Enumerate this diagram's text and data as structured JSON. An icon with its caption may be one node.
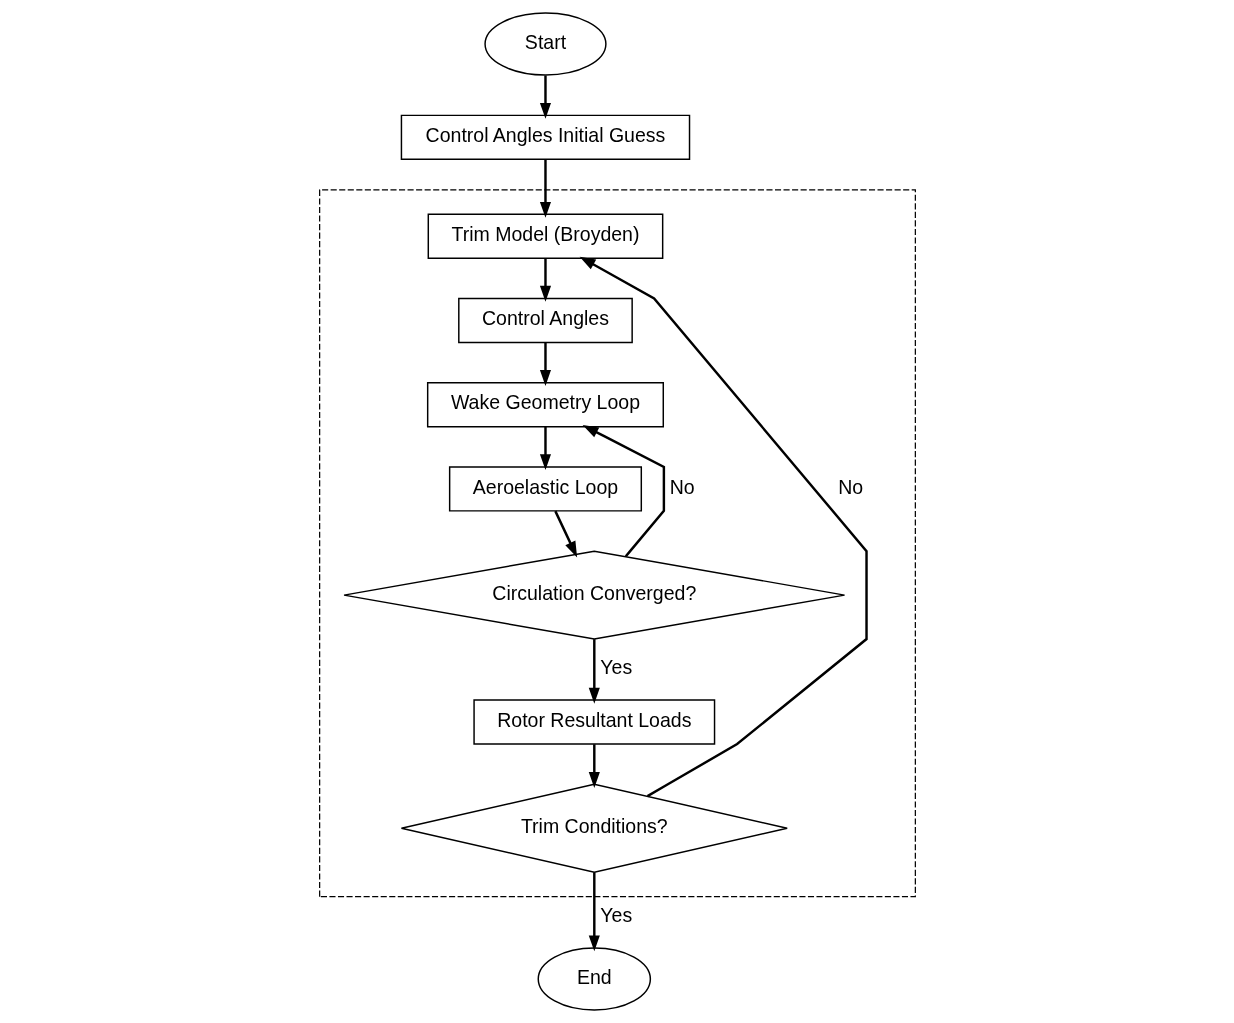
{
  "diagram": {
    "nodes": [
      {
        "text": [
          "Start"
        ]
      },
      {
        "text": [
          "Control Angles Initial Guess"
        ]
      },
      {
        "text": [],
        "shape": "box"
      },
      {
        "text": [
          "Trim Model (Broyden)"
        ],
        "in": 2
      },
      {
        "text": [
          "Control Angles"
        ],
        "in": 2
      },
      {
        "text": [
          "Wake Geometry Loop"
        ],
        "in": 2
      },
      {
        "text": [
          "Aeroelastic Loop"
        ],
        "in": 2
      },
      {
        "text": [
          "Circulation Converged?"
        ],
        "in": 2
      },
      {
        "text": [
          "Rotor Resultant Loads"
        ],
        "in": 2
      },
      {
        "text": [
          "Trim Conditions?"
        ],
        "in": 2
      },
      {
        "text": [
          "End"
        ]
      }
    ],
    "edges": [
      {
        "from": 0,
        "to": 1,
        "arrow": "to"
      },
      {
        "from": 1,
        "to": 3,
        "arrow": "to"
      },
      {
        "from": 3,
        "to": 4,
        "arrow": "to"
      },
      {
        "from": 4,
        "to": 5,
        "arrow": "to"
      },
      {
        "from": 5,
        "to": 6,
        "arrow": "to"
      },
      {
        "from": 6,
        "to": 7,
        "arrow": "to"
      },
      {
        "from": 7,
        "to": 5,
        "arrow": "to",
        "label": "No"
      },
      {
        "from": 7,
        "to": 8,
        "arrow": "to",
        "label": "Yes"
      },
      {
        "from": 8,
        "to": 9,
        "arrow": "to"
      },
      {
        "from": 9,
        "to": 3,
        "arrow": "to",
        "label": "No"
      },
      {
        "from": 9,
        "to": 10,
        "arrow": "to",
        "label": "Yes"
      }
    ]
  }
}
